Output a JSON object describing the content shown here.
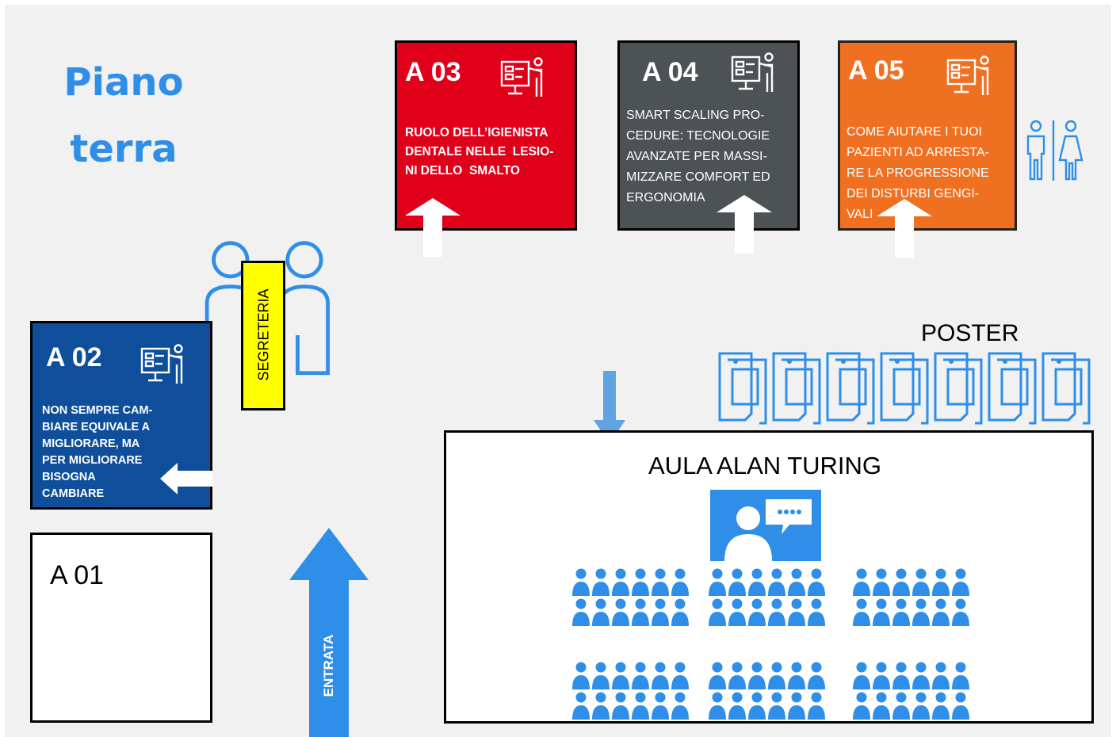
{
  "title": {
    "line1": "Piano",
    "line2": "terra"
  },
  "rooms": {
    "a01": {
      "code": "A 01",
      "color": "#ffffff"
    },
    "a02": {
      "code": "A 02",
      "desc": "NON SEMPRE CAM-\nBIARE EQUIVALE A\nMIGLIORARE, MA\nPER MIGLIORARE\nBISOGNA\nCAMBIARE",
      "color": "#0e4e9b"
    },
    "a03": {
      "code": "A 03",
      "desc": "RUOLO DELL’IGIENISTA\nDENTALE NELLE  LESIO-\nNI DELLO  SMALTO",
      "color": "#e0001a"
    },
    "a04": {
      "code": "A 04",
      "desc": "SMART SCALING PRO-\nCEDURE: TECNOLOGIE\nAVANZATE PER MASSI-\nMIZZARE COMFORT ED\nERGONOMIA",
      "color": "#4d5255"
    },
    "a05": {
      "code": "A 05",
      "desc": "COME AIUTARE I TUOI\nPAZIENTI AD ARRESTA-\nRE LA PROGRESSIONE\nDEI DISTURBI GENGI-\nVALI",
      "color": "#f07022"
    }
  },
  "segreteria": {
    "label": "SEGRETERIA",
    "color": "#ffff00"
  },
  "entrata": {
    "label": "ENTRATA",
    "color": "#2f8ee8"
  },
  "poster": {
    "label": "POSTER"
  },
  "aula": {
    "label": "AULA ALAN TURING"
  },
  "colors": {
    "accent": "#2f8ee8",
    "background": "#f1f1f1"
  },
  "icons": [
    "presentation-board-icon",
    "reception-staff-icon",
    "restroom-icon",
    "poster-icon",
    "speaker-icon",
    "audience-icon",
    "arrow-up-icon",
    "arrow-left-icon",
    "arrow-down-icon"
  ]
}
